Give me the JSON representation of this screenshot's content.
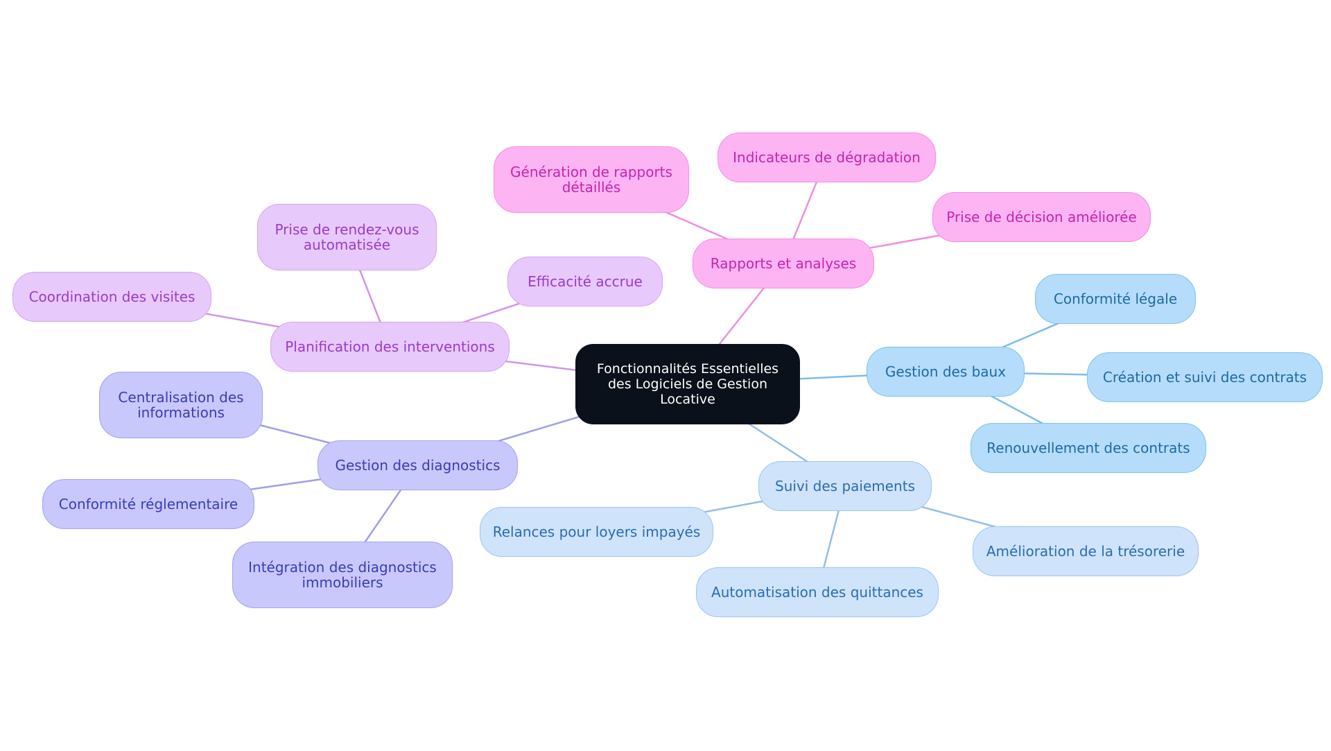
{
  "colors": {
    "root_fill": "#0a111a",
    "root_text": "#ffffff",
    "blue_fill": "#b5dcfa",
    "blue_border": "#7cc3ef",
    "blue_text": "#1e6aa5",
    "blue_line": "#7bbde8",
    "lightblue_fill": "#cfe3fb",
    "lightblue_border": "#9cc5f2",
    "lightblue_text": "#2a6db0",
    "lightblue_line": "#93bde8",
    "pink_fill": "#fdb4f3",
    "pink_border": "#f08ee3",
    "pink_text": "#c424ae",
    "pink_line": "#ec8fe0",
    "lavender_fill": "#e8c9fb",
    "lavender_border": "#d3a4f2",
    "lavender_text": "#9a3cc9",
    "lavender_line": "#cf94ea",
    "indigo_fill": "#c8c8fc",
    "indigo_border": "#a3a3ee",
    "indigo_text": "#3b3cb5",
    "indigo_line": "#9e9ee8"
  },
  "root": {
    "label": [
      "Fonctionnalités Essentielles",
      "des Logiciels de Gestion",
      "Locative"
    ]
  },
  "branches": [
    {
      "key": "baux",
      "palette": "blue",
      "label": [
        "Gestion des baux"
      ],
      "children": [
        {
          "label": [
            "Conformité légale"
          ]
        },
        {
          "label": [
            "Création et suivi des contrats"
          ]
        },
        {
          "label": [
            "Renouvellement des contrats"
          ]
        }
      ]
    },
    {
      "key": "paiements",
      "palette": "lightblue",
      "label": [
        "Suivi des paiements"
      ],
      "children": [
        {
          "label": [
            "Relances pour loyers impayés"
          ]
        },
        {
          "label": [
            "Automatisation des quittances"
          ]
        },
        {
          "label": [
            "Amélioration de la trésorerie"
          ]
        }
      ]
    },
    {
      "key": "rapports",
      "palette": "pink",
      "label": [
        "Rapports et analyses"
      ],
      "children": [
        {
          "label": [
            "Génération de rapports",
            "détaillés"
          ]
        },
        {
          "label": [
            "Indicateurs de dégradation"
          ]
        },
        {
          "label": [
            "Prise de décision améliorée"
          ]
        }
      ]
    },
    {
      "key": "interventions",
      "palette": "lavender",
      "label": [
        "Planification des interventions"
      ],
      "children": [
        {
          "label": [
            "Coordination des visites"
          ]
        },
        {
          "label": [
            "Prise de rendez-vous",
            "automatisée"
          ]
        },
        {
          "label": [
            "Efficacité accrue"
          ]
        }
      ]
    },
    {
      "key": "diagnostics",
      "palette": "indigo",
      "label": [
        "Gestion des diagnostics"
      ],
      "children": [
        {
          "label": [
            "Centralisation des",
            "informations"
          ]
        },
        {
          "label": [
            "Conformité réglementaire"
          ]
        },
        {
          "label": [
            "Intégration des diagnostics",
            "immobiliers"
          ]
        }
      ]
    }
  ]
}
